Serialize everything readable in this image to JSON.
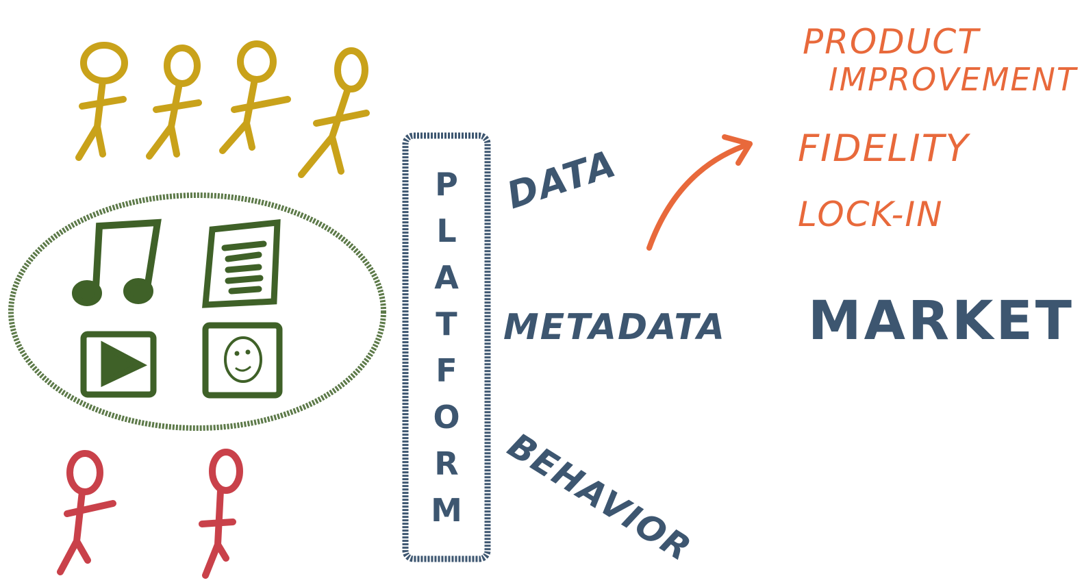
{
  "colors": {
    "yellow": "#c9a21a",
    "green": "#3f6128",
    "red": "#c9414a",
    "blue": "#3d5670",
    "orange": "#e8693b"
  },
  "platform": {
    "letters": [
      "P",
      "L",
      "A",
      "T",
      "F",
      "O",
      "R",
      "M"
    ]
  },
  "data_types": {
    "data": "DATA",
    "metadata": "METADATA",
    "behavior": "BEHAVIOR"
  },
  "outcomes": {
    "product_line1": "PRODUCT",
    "product_line2": "IMPROVEMENT",
    "fidelity": "FIDELITY",
    "lockin": "LOCK-IN"
  },
  "market": "MARKET",
  "icons": {
    "users_top": "stick-figure-icon",
    "users_bottom": "stick-figure-icon",
    "music": "music-note-icon",
    "document": "document-icon",
    "video": "play-icon",
    "photo": "portrait-icon"
  }
}
